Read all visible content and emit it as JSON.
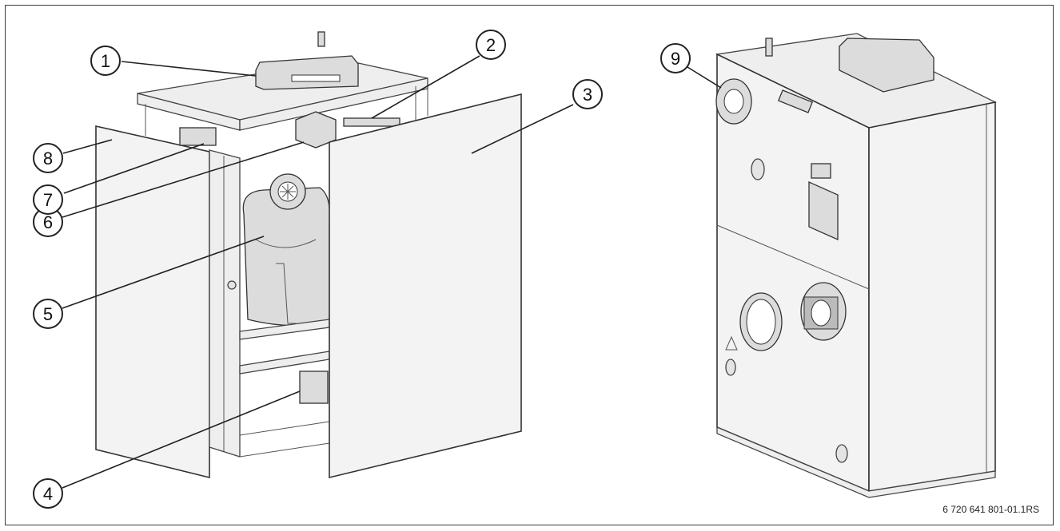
{
  "figure": {
    "reference": "6 720 641 801-01.1RS"
  },
  "callouts": [
    {
      "label": "1"
    },
    {
      "label": "2"
    },
    {
      "label": "3"
    },
    {
      "label": "4"
    },
    {
      "label": "5"
    },
    {
      "label": "6"
    },
    {
      "label": "7"
    },
    {
      "label": "8"
    },
    {
      "label": "9"
    }
  ],
  "colors": {
    "line": "#222222",
    "panel_fill": "#f3f3f3",
    "background": "#ffffff"
  }
}
